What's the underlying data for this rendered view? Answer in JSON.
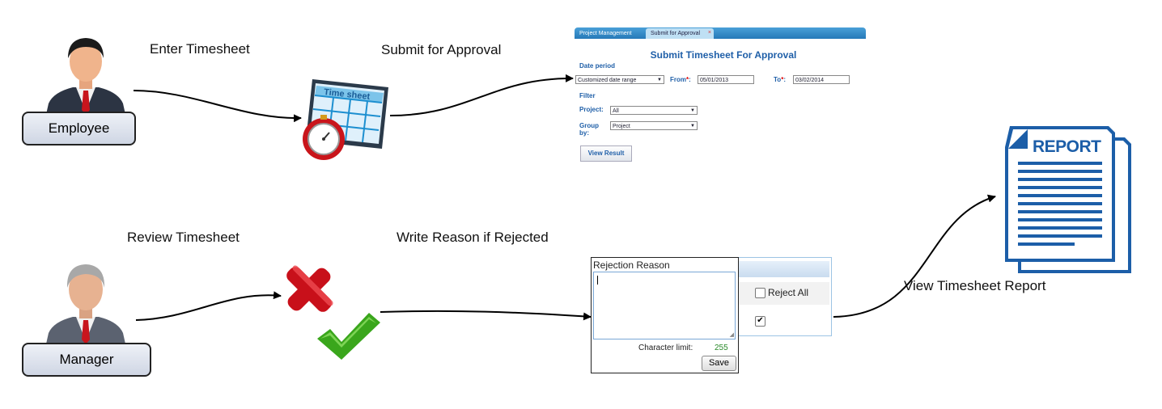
{
  "steps": {
    "enter_timesheet": "Enter Timesheet",
    "submit_for_approval": "Submit for Approval",
    "review_timesheet": "Review Timesheet",
    "write_reason": "Write Reason if Rejected",
    "view_report": "View Timesheet Report"
  },
  "roles": {
    "employee": "Employee",
    "manager": "Manager"
  },
  "timesheet_icon_text": "Time sheet",
  "report_icon_text": "REPORT",
  "submit_panel": {
    "tabs": [
      "Project Management",
      "Submit for Approval"
    ],
    "tab_close": "×",
    "title": "Submit Timesheet For Approval",
    "date_period_label": "Date period",
    "date_period_value": "Customized date range",
    "from_label": "From",
    "from_value": "05/01/2013",
    "to_label": "To",
    "to_value": "03/02/2014",
    "required_mark": "*",
    "colon": ":",
    "filter_label": "Filter",
    "project_label": "Project:",
    "project_value": "All",
    "group_by_label_1": "Group",
    "group_by_label_2": "by:",
    "group_by_value": "Project",
    "view_result_button": "View Result"
  },
  "rejection_panel": {
    "title": "Rejection Reason",
    "character_limit_label": "Character limit:",
    "character_limit_value": "255",
    "save_button": "Save",
    "reject_all_label": "Reject All"
  },
  "colors": {
    "accent_blue": "#1f5fa8",
    "report_blue": "#1c5ea8",
    "reject_red": "#c8101a",
    "approve_green": "#3aa61c"
  }
}
